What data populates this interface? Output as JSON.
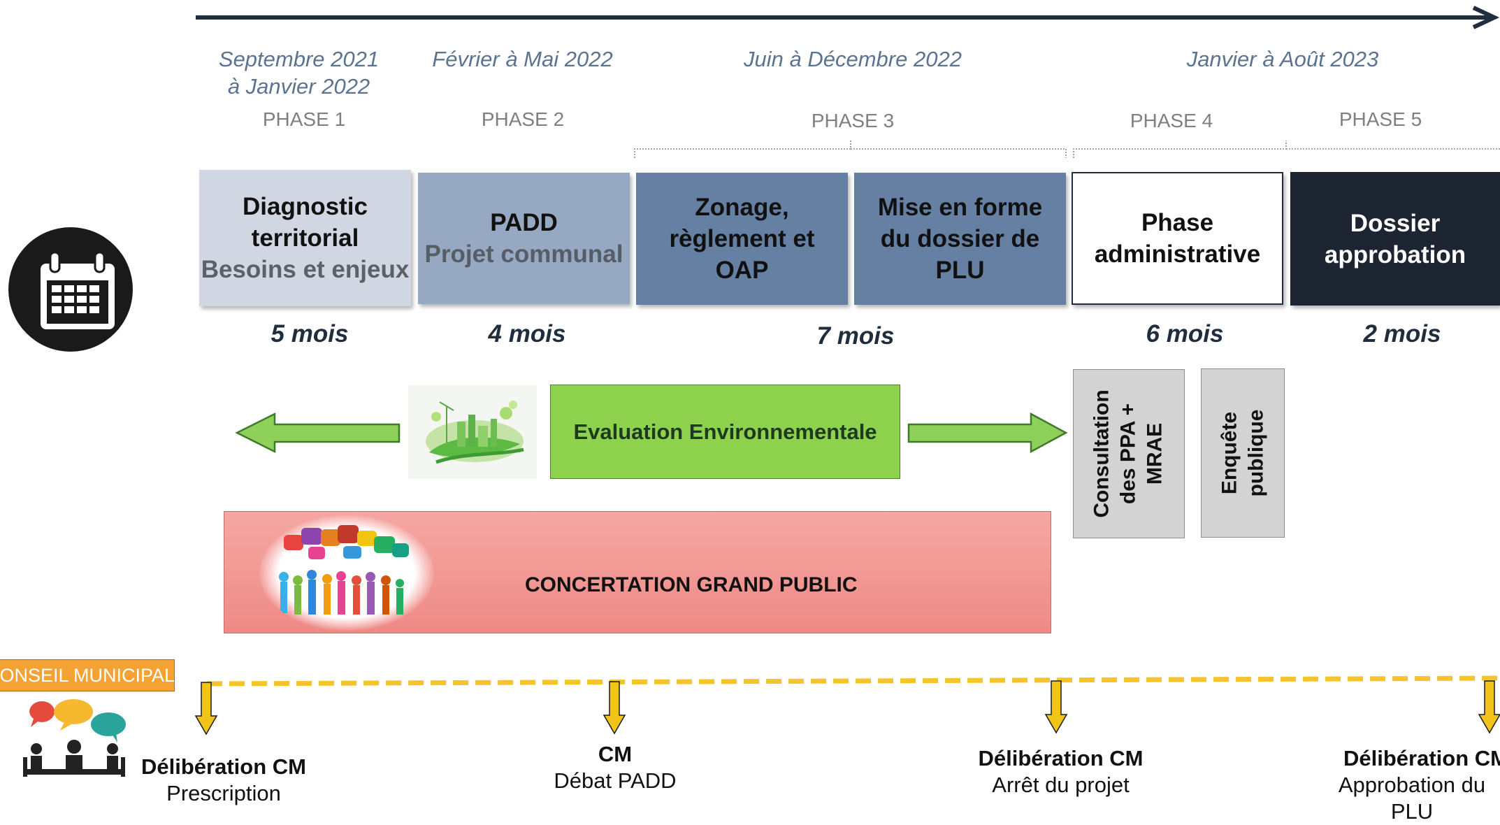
{
  "timeline": {
    "periods": [
      "Septembre 2021\nà Janvier 2022",
      "Février à Mai 2022",
      "Juin à Décembre 2022",
      "Janvier à Août 2023"
    ],
    "phases": [
      "PHASE 1",
      "PHASE 2",
      "PHASE 3",
      "PHASE 4",
      "PHASE 5"
    ]
  },
  "steps": [
    {
      "title": "Diagnostic territorial",
      "subtitle": "Besoins et enjeux"
    },
    {
      "title": "PADD",
      "subtitle": "Projet communal"
    },
    {
      "title": "Zonage, règlement et OAP"
    },
    {
      "title": "Mise en forme du dossier de PLU"
    },
    {
      "title": "Phase administrative"
    },
    {
      "title": "Dossier approbation"
    }
  ],
  "durations": [
    "5 mois",
    "4 mois",
    "7 mois",
    "6 mois",
    "2 mois"
  ],
  "environment": {
    "label": "Evaluation Environnementale"
  },
  "admin_steps": [
    "Consultation des PPA + MRAE",
    "Enquête publique"
  ],
  "concertation": {
    "label": "CONCERTATION GRAND PUBLIC"
  },
  "council": {
    "tag": "CONSEIL MUNICIPAL",
    "milestones": [
      {
        "title": "Délibération CM",
        "desc": "Prescription"
      },
      {
        "title": "CM",
        "desc": "Débat PADD"
      },
      {
        "title": "Délibération CM",
        "desc": "Arrêt du projet"
      },
      {
        "title": "Délibération CM",
        "desc": "Approbation du PLU"
      }
    ]
  },
  "colors": {
    "step1": "#d0d7e2",
    "step2": "#97a8c2",
    "step3": "#6680a3",
    "step4": "#6680a3",
    "step6": "#1c2531",
    "arrow": "#8ed05a",
    "env": "#8ed14c",
    "concertation": "#f08e8a",
    "council": "#f4a233",
    "dash": "#f5c42a",
    "milestone_arrow": "#f2c318"
  },
  "icons": [
    "calendar-icon",
    "eco-city-image",
    "crowd-speech-image",
    "meeting-people-icon"
  ]
}
